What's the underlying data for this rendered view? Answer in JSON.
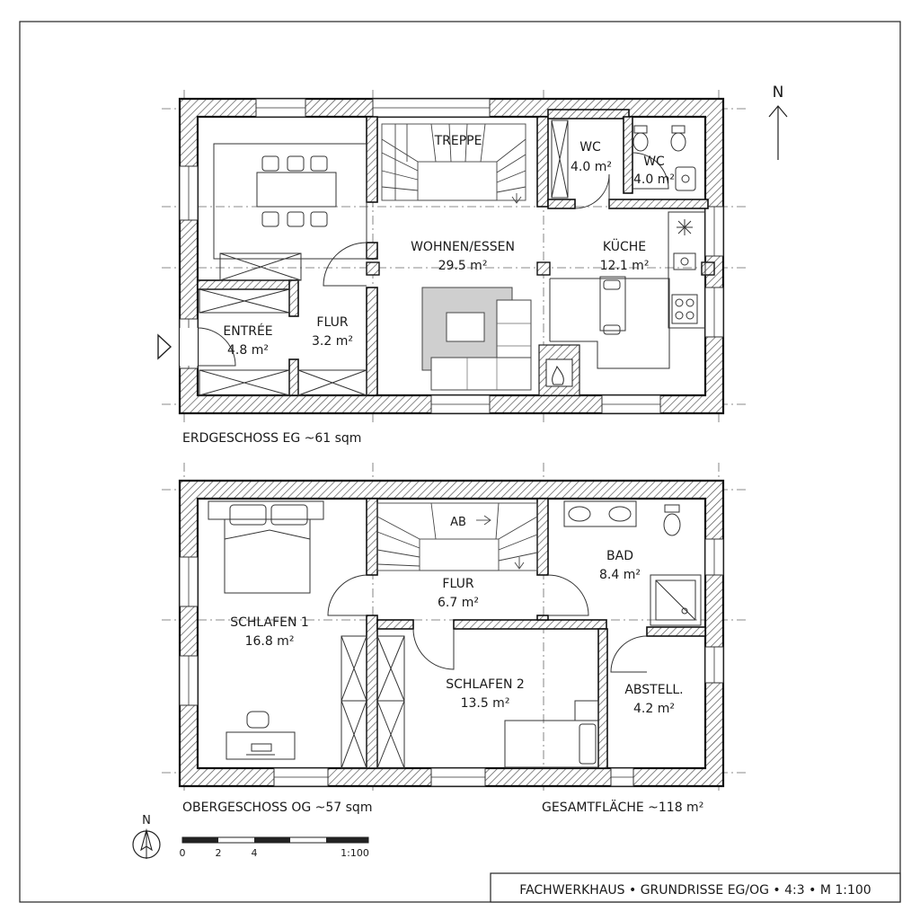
{
  "eg": {
    "caption": "ERDGESCHOSS EG ~61 sqm",
    "rooms": {
      "treppe": {
        "name": "TREPPE"
      },
      "wc1": {
        "name": "WC",
        "area": "4.0 m²"
      },
      "wc2": {
        "name": "WC",
        "area": "4.0 m²"
      },
      "wohnen": {
        "name": "WOHNEN/ESSEN",
        "area": "29.5 m²"
      },
      "kueche": {
        "name": "KÜCHE",
        "area": "12.1 m²"
      },
      "entree": {
        "name": "ENTRÉE",
        "area": "4.8 m²"
      },
      "flur": {
        "name": "FLUR",
        "area": "3.2 m²"
      }
    }
  },
  "og": {
    "caption": "OBERGESCHOSS OG ~57 sqm",
    "stair_label": "AB",
    "rooms": {
      "flur": {
        "name": "FLUR",
        "area": "6.7 m²"
      },
      "bad": {
        "name": "BAD",
        "area": "8.4 m²"
      },
      "schlafen1": {
        "name": "SCHLAFEN 1",
        "area": "16.8 m²"
      },
      "schlafen2": {
        "name": "SCHLAFEN 2",
        "area": "13.5 m²"
      },
      "abstell": {
        "name": "ABSTELL.",
        "area": "4.2 m²"
      }
    }
  },
  "total_area": "GESAMTFLÄCHE ~118 m²",
  "north_label": "N",
  "scale_bar": {
    "ticks": [
      "0",
      "2",
      "4"
    ],
    "ratio": "1:100"
  },
  "title_block": "FACHWERKHAUS • GRUNDRISSE EG/OG • 4:3 • M 1:100"
}
